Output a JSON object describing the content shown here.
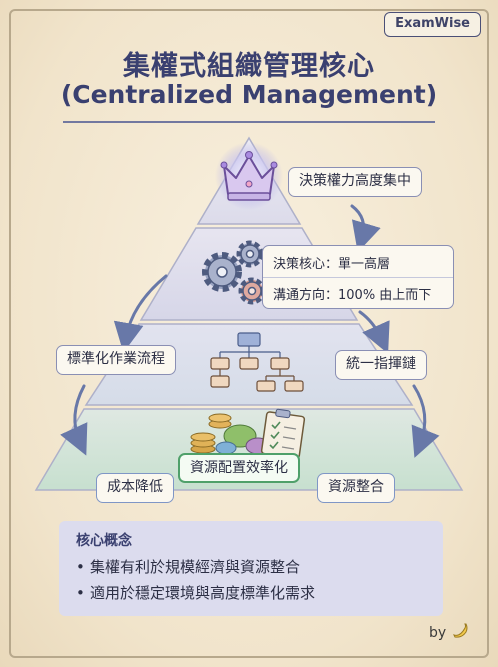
{
  "brand": "ExamWise",
  "title": "集權式組織管理核心",
  "subtitle": "(Centralized Management)",
  "labels": {
    "decision_power": "決策權力高度集中",
    "core_decision": "決策核心：單一高層",
    "communication": "溝通方向：100% 由上而下",
    "standard_process": "標準化作業流程",
    "unified_command": "統一指揮鏈",
    "resource_efficiency": "資源配置效率化",
    "lower_cost": "成本降低",
    "resource_integration": "資源整合"
  },
  "concept": {
    "title": "核心概念",
    "items": [
      "集權有利於規模經濟與資源整合",
      "適用於穩定環境與高度標準化需求"
    ]
  },
  "byline": "by",
  "icons": [
    "crown-icon",
    "gears-icon",
    "org-chart-icon",
    "coins-icon",
    "clipboard-icon",
    "banana-icon"
  ],
  "colors": {
    "accent": "#3a4070",
    "tier_top": "#e9e7f2",
    "tier_bottom": "#cfe6d6",
    "highlight_green": "#4fa06a"
  }
}
